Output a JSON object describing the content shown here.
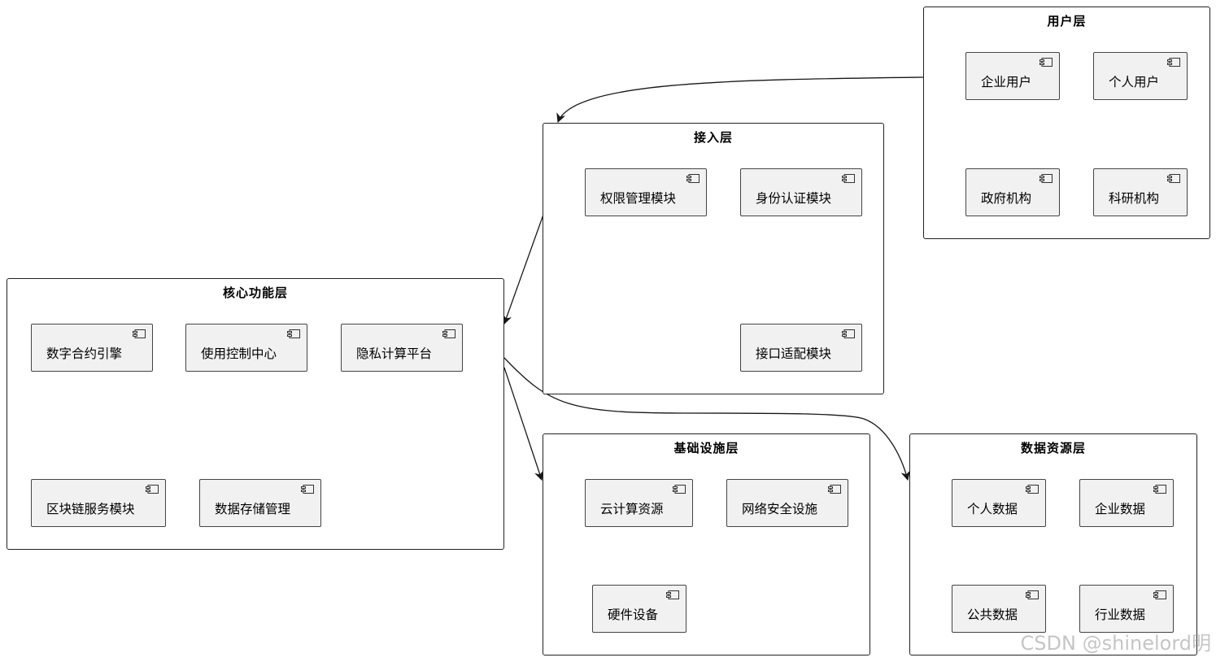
{
  "packages": {
    "user": {
      "title": "用户层",
      "components": [
        "企业用户",
        "个人用户",
        "政府机构",
        "科研机构"
      ]
    },
    "access": {
      "title": "接入层",
      "components": [
        "权限管理模块",
        "身份认证模块",
        "接口适配模块"
      ]
    },
    "core": {
      "title": "核心功能层",
      "components": [
        "数字合约引擎",
        "使用控制中心",
        "隐私计算平台",
        "区块链服务模块",
        "数据存储管理"
      ]
    },
    "infra": {
      "title": "基础设施层",
      "components": [
        "云计算资源",
        "网络安全设施",
        "硬件设备"
      ]
    },
    "data": {
      "title": "数据资源层",
      "components": [
        "个人数据",
        "企业数据",
        "公共数据",
        "行业数据"
      ]
    }
  },
  "edges": [
    {
      "from": "用户层",
      "to": "接入层"
    },
    {
      "from": "接入层",
      "to": "核心功能层"
    },
    {
      "from": "核心功能层",
      "to": "基础设施层"
    },
    {
      "from": "核心功能层",
      "to": "数据资源层"
    }
  ],
  "watermark": "CSDN @shinelord明"
}
